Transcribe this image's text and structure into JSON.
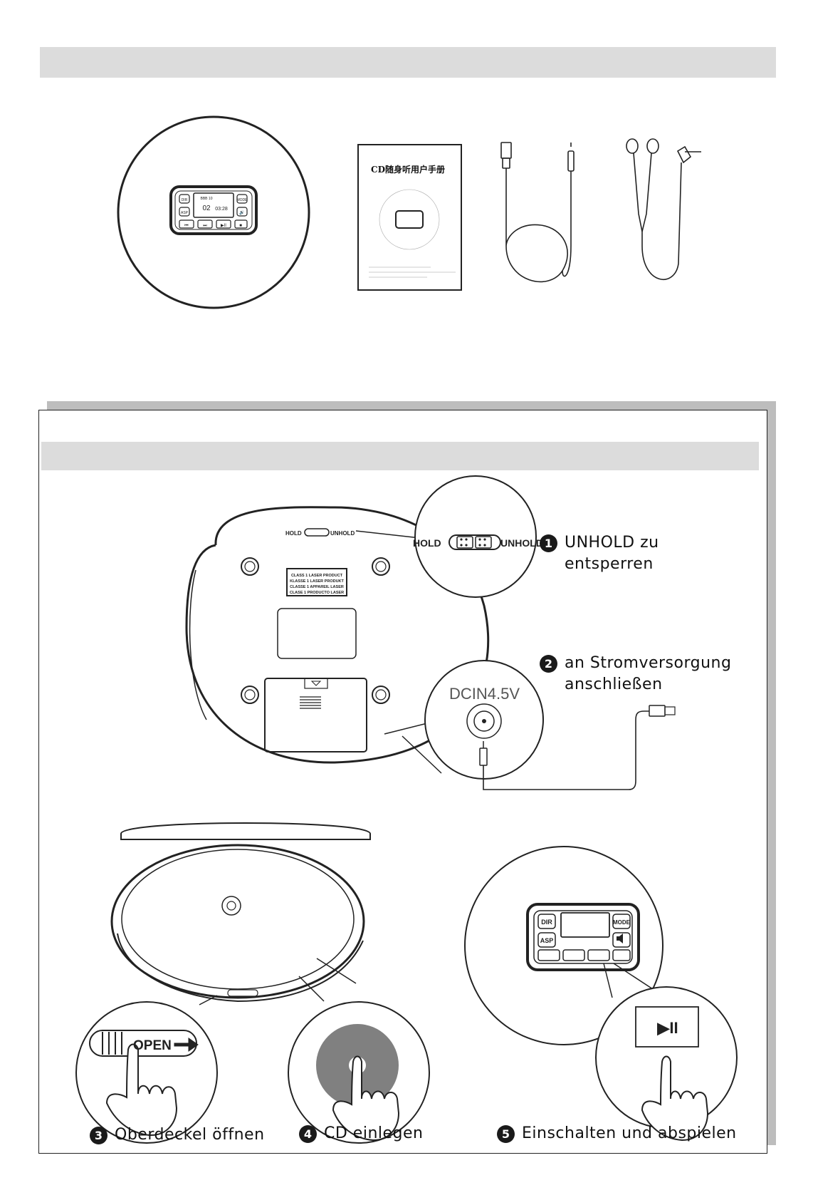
{
  "package_contents": {
    "manual_title": "CD随身听用户手册",
    "player_face": {
      "buttons_top": [
        "DIR",
        "MODE"
      ],
      "buttons_mid": [
        "ASP",
        "🔊"
      ],
      "display_line1": "BBB 10",
      "display_track": "02",
      "display_time": "03:28",
      "buttons_bottom": [
        "⏮",
        "⏭",
        "▶II",
        "■"
      ]
    }
  },
  "diagram_labels": {
    "hold_small": "HOLD",
    "unhold_small": "UNHOLD",
    "hold_big": "HOLD",
    "unhold_big": "UNHOLD",
    "laser_label": [
      "CLASS 1 LASER PRODUCT",
      "KLASSE 1 LASER PRODUKT",
      "CLASSE 1 APPAREIL LASER",
      "CLASE 1 PRODUCTO LASER"
    ],
    "dc_in": "DCIN4.5V",
    "open": "OPEN",
    "play_pause": "▶II",
    "panel_buttons": [
      "DIR",
      "MODE",
      "ASP"
    ]
  },
  "steps": [
    {
      "num": "1",
      "text": "UNHOLD zu\nentsperren"
    },
    {
      "num": "2",
      "text": "an Stromversorgung\nanschließen"
    },
    {
      "num": "3",
      "text": "Oberdeckel öffnen"
    },
    {
      "num": "4",
      "text": "CD einlegen"
    },
    {
      "num": "5",
      "text": "Einschalten und abspielen"
    }
  ]
}
